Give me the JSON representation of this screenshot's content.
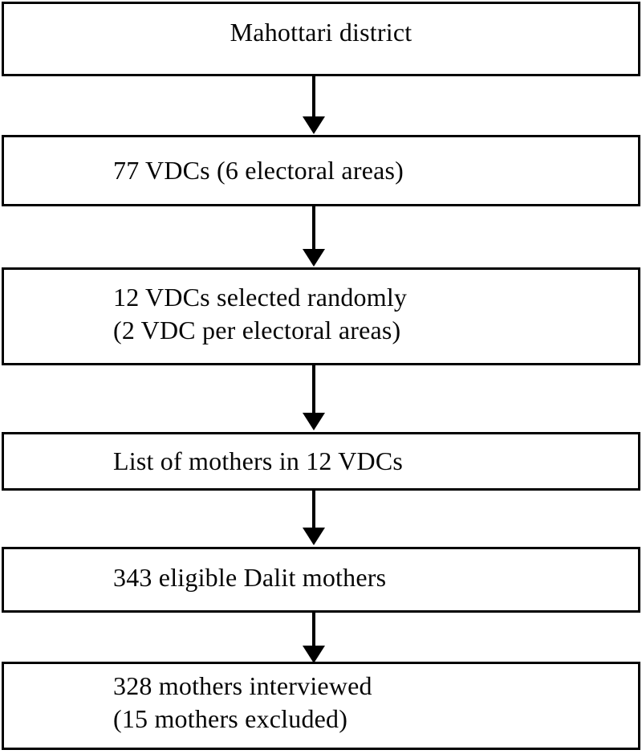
{
  "figure": {
    "type": "flowchart",
    "direction": "top-down",
    "colors": {
      "background": "#ffffff",
      "box_border": "#000000",
      "text": "#060606",
      "arrow": "#000000"
    },
    "nodes": [
      {
        "id": "district",
        "text_align": "center",
        "lines": [
          "Mahottari district"
        ]
      },
      {
        "id": "vdcs-77",
        "text_align": "left",
        "lines": [
          "77 VDCs (6 electoral areas)"
        ]
      },
      {
        "id": "vdcs-12-random",
        "text_align": "left",
        "lines": [
          "12 VDCs selected randomly",
          "(2 VDC per electoral areas)"
        ]
      },
      {
        "id": "mothers-list",
        "text_align": "left",
        "lines": [
          "List of mothers in 12 VDCs"
        ]
      },
      {
        "id": "eligible-mothers",
        "text_align": "left",
        "lines": [
          "343 eligible Dalit mothers"
        ]
      },
      {
        "id": "interviewed-mothers",
        "text_align": "left",
        "lines": [
          "328 mothers interviewed",
          "(15 mothers excluded)"
        ]
      }
    ],
    "edges": [
      {
        "from": "district",
        "to": "vdcs-77"
      },
      {
        "from": "vdcs-77",
        "to": "vdcs-12-random"
      },
      {
        "from": "vdcs-12-random",
        "to": "mothers-list"
      },
      {
        "from": "mothers-list",
        "to": "eligible-mothers"
      },
      {
        "from": "eligible-mothers",
        "to": "interviewed-mothers"
      }
    ]
  }
}
